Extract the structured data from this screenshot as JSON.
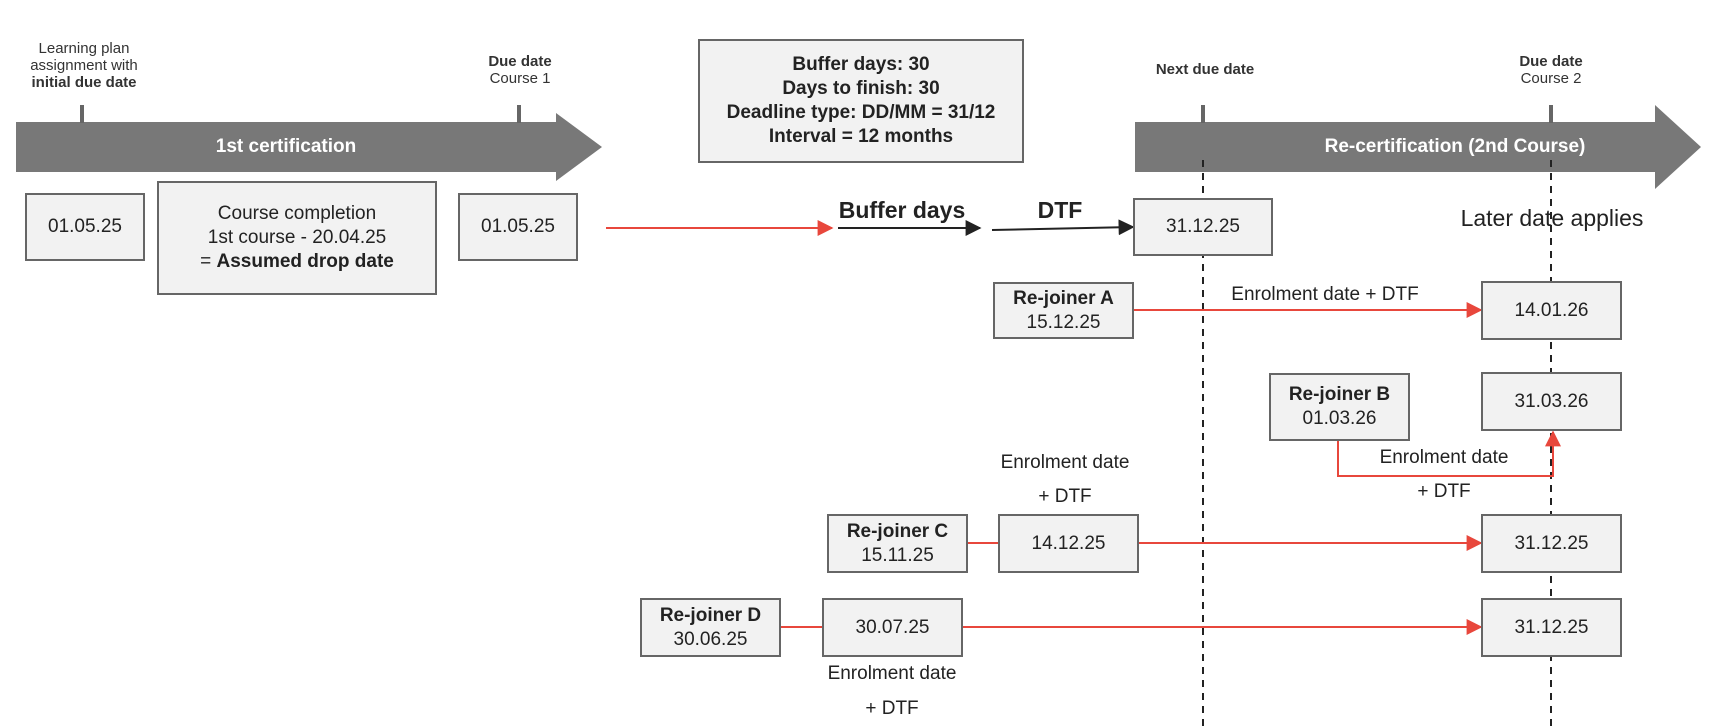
{
  "timeline1": {
    "title": "1st certification",
    "assignment_label_1": "Learning plan",
    "assignment_label_2": "assignment with",
    "assignment_label_3": "initial due date",
    "due_label_1": "Due date",
    "due_label_2": "Course 1",
    "start_date": "01.05.25",
    "completion_line1": "Course completion",
    "completion_line2": "1st course - 20.04.25",
    "completion_prefix": "= ",
    "completion_bold": "Assumed drop date",
    "due_date": "01.05.25"
  },
  "settings": {
    "buffer": "Buffer days: 30",
    "dtf": "Days to finish: 30",
    "deadline": "Deadline type: DD/MM = 31/12",
    "interval": "Interval = 12 months"
  },
  "flow": {
    "buffer_label": "Buffer days",
    "dtf_label": "DTF",
    "next_date": "31.12.25"
  },
  "timeline2": {
    "title": "Re-certification (2nd Course)",
    "next_due_label": "Next due date",
    "due_label_1": "Due date",
    "due_label_2": "Course 2",
    "later_note": "Later date applies"
  },
  "rejoiners": {
    "a": {
      "name": "Re-joiner A",
      "date": "15.12.25",
      "arrow_label": "Enrolment date + DTF",
      "result": "14.01.26"
    },
    "b": {
      "name": "Re-joiner B",
      "date": "01.03.26",
      "arrow_label_1": "Enrolment date",
      "arrow_label_2": "+ DTF",
      "result": "31.03.26"
    },
    "c": {
      "name": "Re-joiner C",
      "date": "15.11.25",
      "label_1": "Enrolment date",
      "label_2": "+ DTF",
      "mid": "14.12.25",
      "result": "31.12.25"
    },
    "d": {
      "name": "Re-joiner D",
      "date": "30.06.25",
      "mid": "30.07.25",
      "label_1": "Enrolment date",
      "label_2": "+ DTF",
      "result": "31.12.25"
    }
  },
  "colors": {
    "arrow_gray": "#787878",
    "box_fill": "#f2f2f2",
    "box_border": "#666666",
    "red": "#e8473c"
  }
}
